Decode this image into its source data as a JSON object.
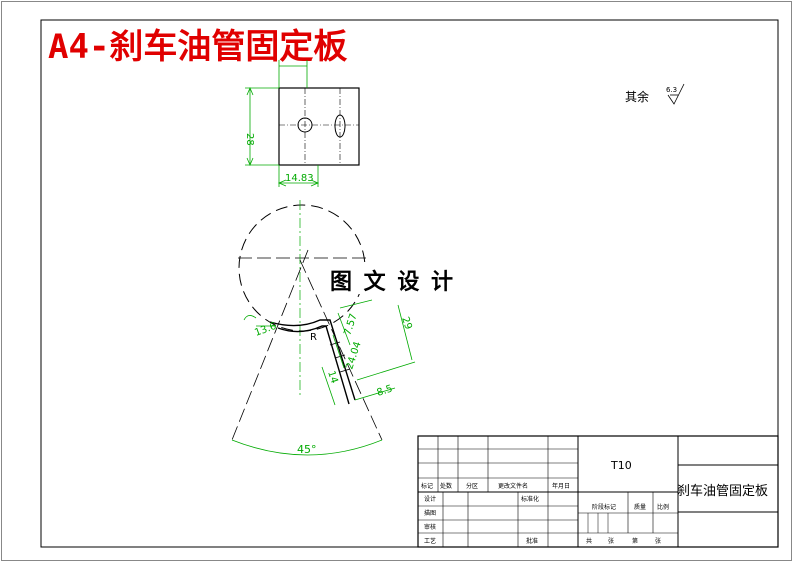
{
  "title": "A4-刹车油管固定板",
  "watermark": "图 文 设 计",
  "roughness": {
    "label": "其余",
    "value": "6.3"
  },
  "top_view": {
    "dim_height": "28",
    "dim_width": "14.83"
  },
  "front_view": {
    "dim_radius": "13.6",
    "dim_small": "R",
    "dim_a": "7.57",
    "dim_b": "24.04",
    "dim_c": "29",
    "dim_d": "14",
    "dim_e": "8.5",
    "dim_angle": "45°"
  },
  "title_block": {
    "material": "T10",
    "part_name": "刹车油管固定板",
    "row_labels": [
      "标记",
      "处数",
      "分区",
      "更改文件名",
      "年月日"
    ],
    "design": "设计",
    "standardize": "标准化",
    "draw": "描图",
    "check": "审核",
    "process": "工艺",
    "approve": "批准",
    "stage_mark": "阶段标记",
    "weight": "质量",
    "scale": "比例",
    "total": "共",
    "sheets": "张",
    "page": "第",
    "page_sheets": "张"
  },
  "colors": {
    "title_red": "#e00000",
    "dim_green": "#00aa00",
    "line_black": "#000000"
  }
}
